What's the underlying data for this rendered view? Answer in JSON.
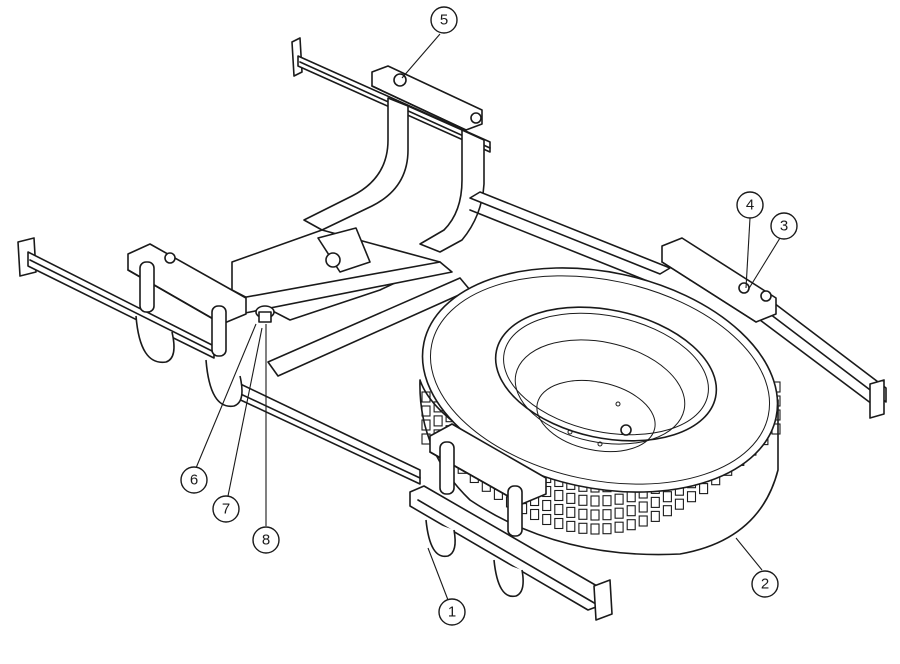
{
  "callouts": [
    {
      "id": "1",
      "label": "1",
      "part": "frame-rail"
    },
    {
      "id": "2",
      "label": "2",
      "part": "spare-wheel"
    },
    {
      "id": "3",
      "label": "3",
      "part": "clamp-bracket"
    },
    {
      "id": "4",
      "label": "4",
      "part": "bolt"
    },
    {
      "id": "5",
      "label": "5",
      "part": "top-bolt"
    },
    {
      "id": "6",
      "label": "6",
      "part": "hook"
    },
    {
      "id": "7",
      "label": "7",
      "part": "nut"
    },
    {
      "id": "8",
      "label": "8",
      "part": "bolt-head"
    }
  ],
  "colors": {
    "line": "#1a1a1a",
    "background": "#ffffff"
  }
}
